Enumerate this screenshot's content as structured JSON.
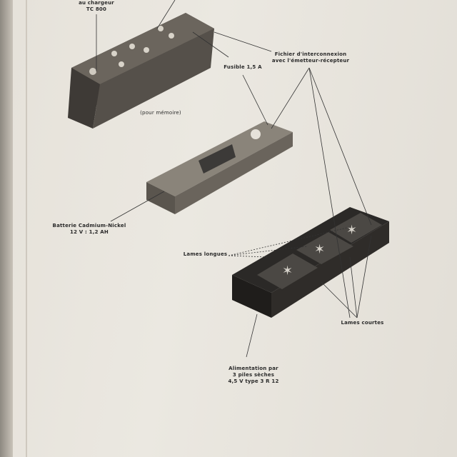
{
  "labels": {
    "charger_top": "au chargeur",
    "charger_model": "TC 800",
    "fuse": "Fusible 1,5 A",
    "connector_line1": "Fichier d'interconnexion",
    "connector_line2": "avec l'émetteur-récepteur",
    "memo": "(pour mémoire)",
    "battery_line1": "Batterie Cadmium-Nickel",
    "battery_line2": "12 V : 1,2 AH",
    "long_blades": "Lames longues",
    "short_blades": "Lames courtes",
    "supply_line1": "Alimentation par",
    "supply_line2": "3 piles sèches",
    "supply_line3": "4,5 V type 3 R 12"
  }
}
